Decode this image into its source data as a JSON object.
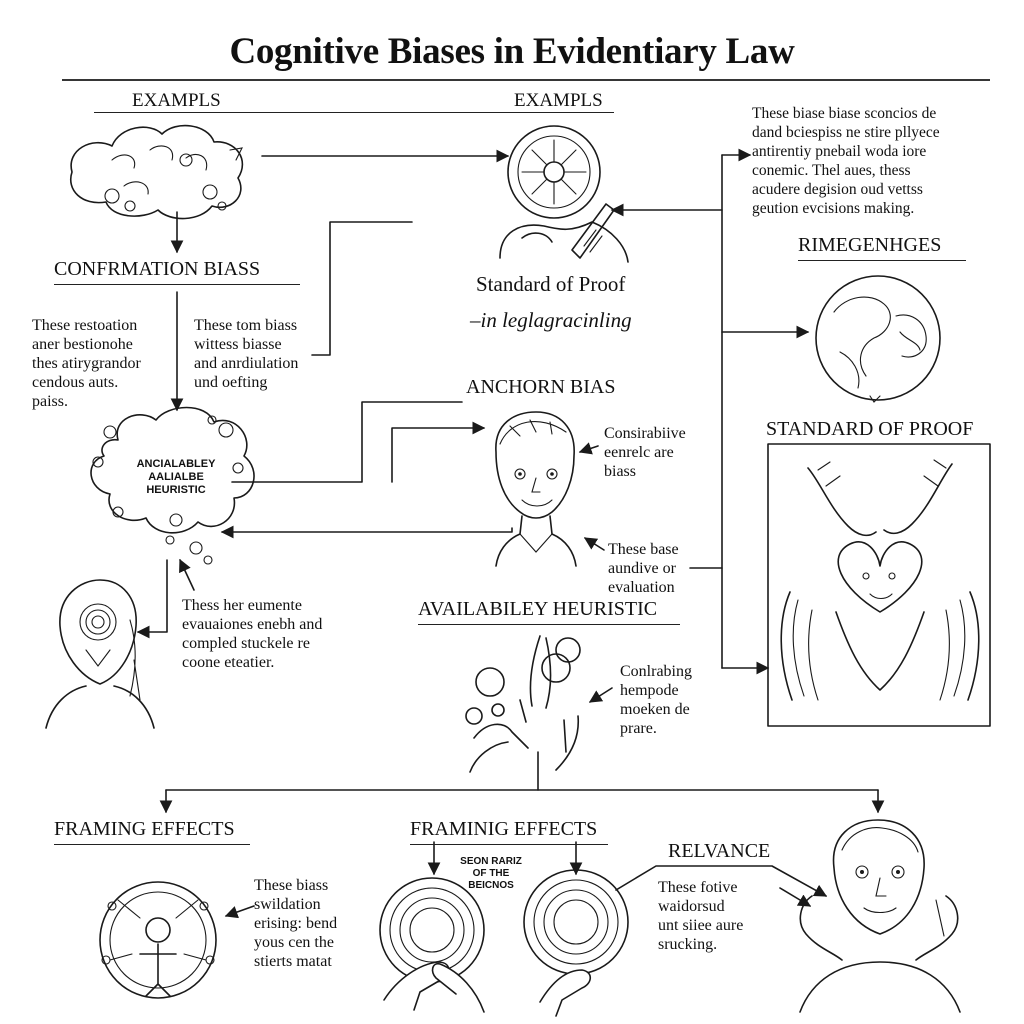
{
  "title": "Cognitive Biases in Evidentiary Law",
  "headings": {
    "examples_left": "EXAMPLS",
    "examples_center": "EXAMPLS",
    "confirmation_bias": "CONFRMATION BIASS",
    "standard_of_proof_center": "Standard of Proof",
    "legal_subtitle": "–in leglagracinling",
    "anchoring_bias": "ANCHORN BIAS",
    "availability_heuristic": "AVAILABILEY HEURISTIC",
    "rimegenhges": "RIMEGENHGES",
    "standard_of_proof_right": "STANDARD OF PROOF",
    "framing_effects_left": "FRAMING EFFECTS",
    "framing_effects_center": "FRAMINIG EFFECTS",
    "relevance": "RELVANCE"
  },
  "node_labels": {
    "heuristic_cloud": "ANCIALABLEY\nAALIALBE\nHEURISTIC",
    "target_caption": "SEON RARIZ\nOF THE\nBEICNOS"
  },
  "paragraphs": {
    "top_right": "These biase biase sconcios de\ndand bciespiss ne stire pllyece\nantirentiy pnebail woda iore\nconemic. Thel aues, thess\nacudere degision oud vettss\ngeution evcisions making.",
    "confirmation_left": "These restoation\naner bestionohe\nthes atirygrandor\ncendous auts.\npaiss.",
    "confirmation_right": "These tom biass\nwittess biasse\nand anrdiulation\nund oefting",
    "anchoring_top": "Consirabiive\neenrelc are\nbiass",
    "anchoring_bottom": "These base\naundive or\nevaluation",
    "heuristic_lower": "Thess her eumente\nevauaiones enebh and\ncompled stuckele re\ncoone eteatier.",
    "availability": "Conlrabing\nhempode\nmoeken de\nprare.",
    "framing_left": "These biass\nswildation\nerising: bend\nyous cen the\nstierts matat",
    "relevance": "These fotive\nwaidorsud\nunt siiee aure\nsrucking."
  }
}
